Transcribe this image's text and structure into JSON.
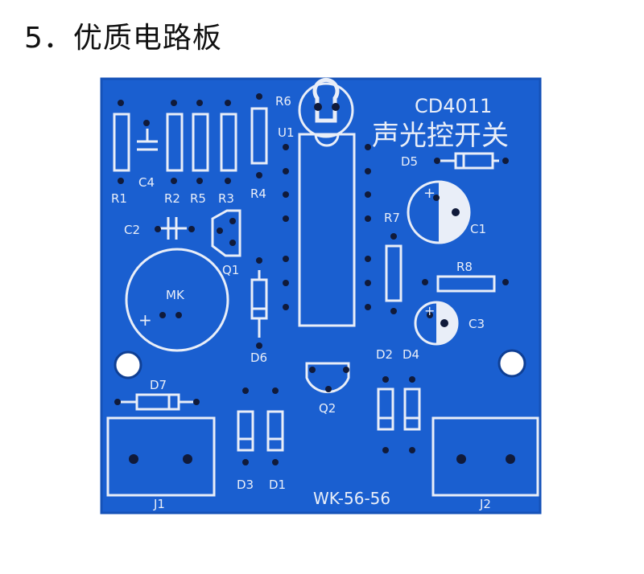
{
  "heading": "5．优质电路板",
  "board": {
    "title": "CD4011",
    "subtitle": "声光控开关",
    "code": "WK-56-56",
    "colors": {
      "board": "#1a5fd0",
      "board_edge": "#1552b8",
      "silk": "#e9eef8",
      "pad": "#101a3a",
      "background": "#ffffff"
    }
  },
  "labels": {
    "r1": "R1",
    "r2": "R2",
    "r5": "R5",
    "r3": "R3",
    "r4": "R4",
    "r6": "R6",
    "r7": "R7",
    "r8": "R8",
    "c1": "C1",
    "c2": "C2",
    "c3": "C3",
    "c4": "C4",
    "u1": "U1",
    "q1": "Q1",
    "q2": "Q2",
    "d1": "D1",
    "d2": "D2",
    "d3": "D3",
    "d4": "D4",
    "d5": "D5",
    "d6": "D6",
    "d7": "D7",
    "j1": "J1",
    "j2": "J2",
    "mk": "MK",
    "plus": "+"
  }
}
